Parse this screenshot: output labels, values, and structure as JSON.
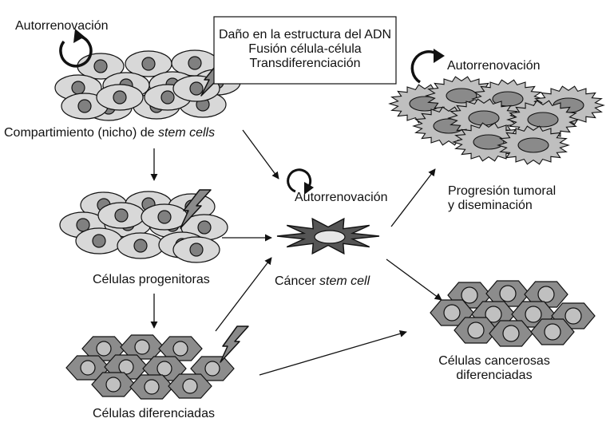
{
  "labels": {
    "self_renewal_top_left": "Autorrenovación",
    "stem_niche_prefix": "Compartimiento (nicho) de ",
    "stem_niche_italic": "stem cells",
    "progenitors": "Células progenitoras",
    "differentiated": "Células diferenciadas",
    "self_renewal_center": "Autorrenovación",
    "cancer_prefix": "Cáncer ",
    "cancer_italic": "stem cell",
    "self_renewal_top_right": "Autorrenovación",
    "progression_line1": "Progresión tumoral",
    "progression_line2": "y diseminación",
    "diff_cancer_line1": "Células cancerosas",
    "diff_cancer_line2": "diferenciadas"
  },
  "events_box": {
    "line1": "Daño en la estructura del ADN",
    "line2": "Fusión célula-célula",
    "line3": "Transdiferenciación"
  },
  "colors": {
    "cell_fill": "#d8d8d8",
    "nucleus_fill": "#808080",
    "hex_cell_fill": "#8c8c8c",
    "hex_nucleus_fill": "#c0c0c0",
    "spiky_fill": "#bfbfbf",
    "spiky_nucleus": "#8a8a8a",
    "outline": "#111111"
  }
}
